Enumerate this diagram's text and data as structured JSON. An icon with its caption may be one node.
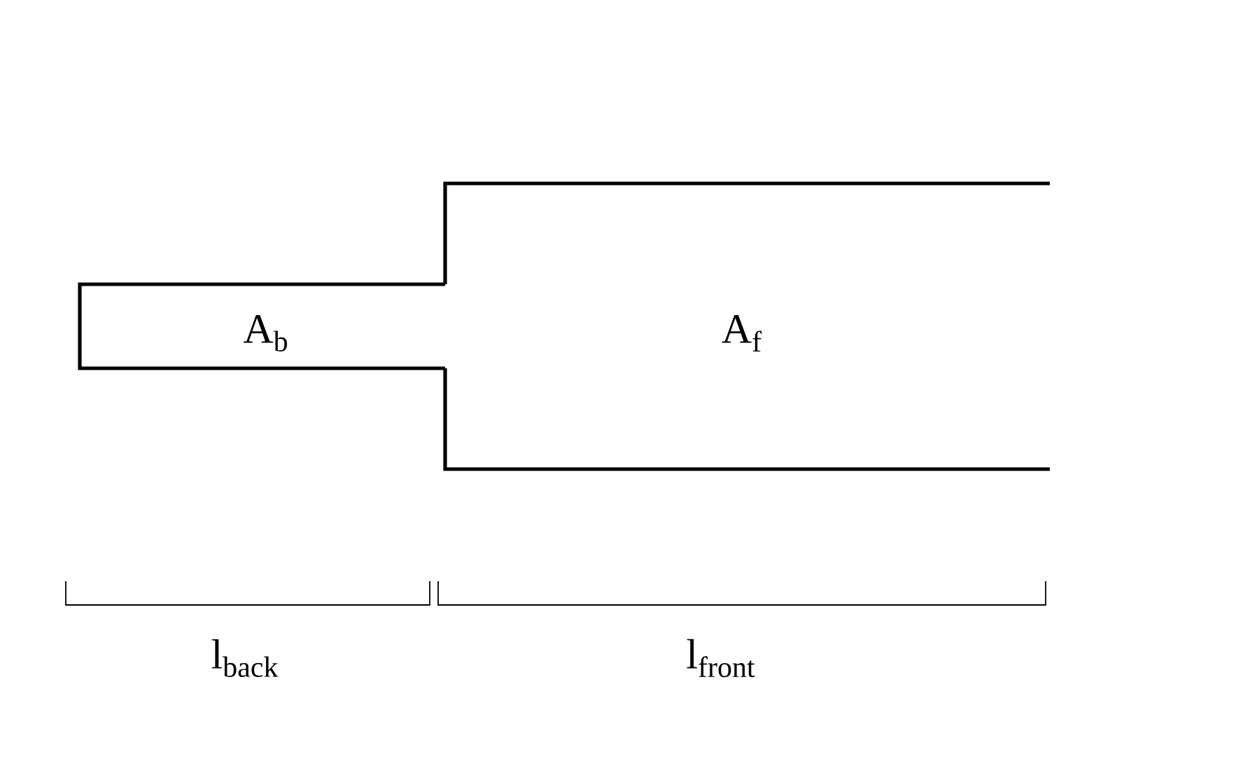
{
  "diagram": {
    "nodes": [
      {
        "text": [
          "A$_{b}$"
        ]
      },
      {
        "text": [
          "A$_{f}$"
        ]
      }
    ],
    "edges": [],
    "labels": [
      "l$_{back}$",
      "l$_{front}$"
    ]
  }
}
